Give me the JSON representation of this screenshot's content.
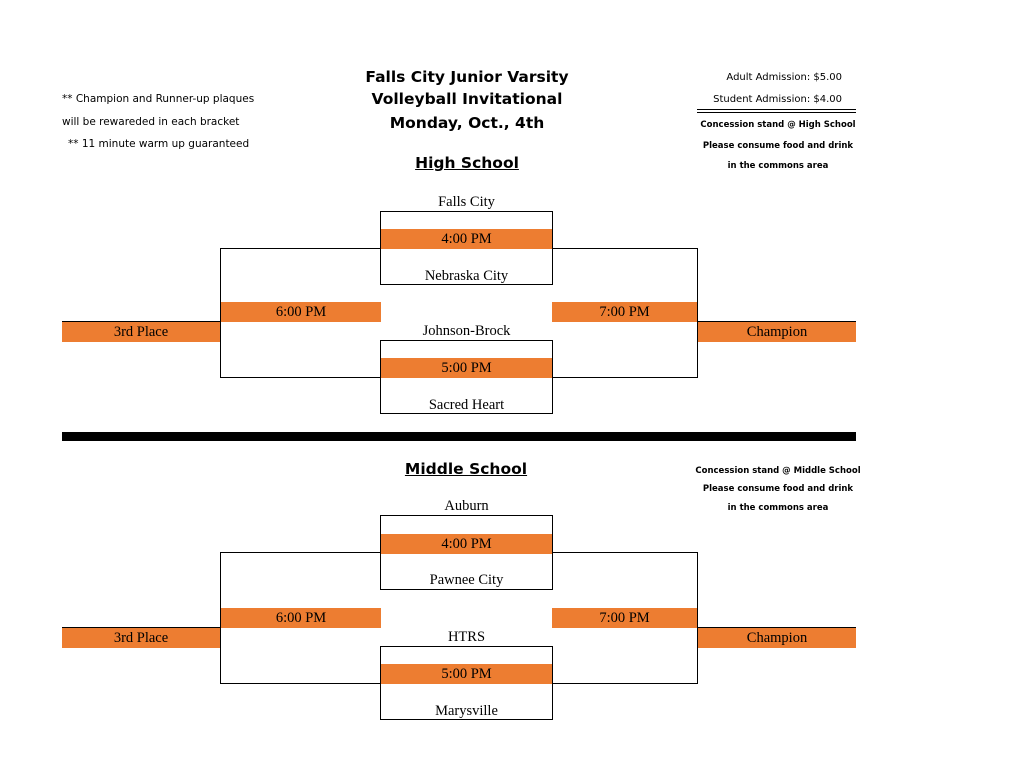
{
  "header": {
    "title_lines": [
      "Falls City Junior Varsity",
      "Volleyball Invitational",
      "Monday, Oct., 4th"
    ],
    "notes": [
      "** Champion and Runner-up plaques",
      "will be rewareded in each bracket",
      "** 11 minute warm up guaranteed"
    ],
    "admission": {
      "adult": "Adult Admission:  $5.00",
      "student": "Student Admission: $4.00"
    }
  },
  "high_school": {
    "title": "High School",
    "concession": [
      "Concession stand @ High School",
      "Please consume food and drink",
      "in the commons area"
    ],
    "teams": [
      "Falls City",
      "Nebraska City",
      "Johnson-Brock",
      "Sacred Heart"
    ],
    "times": {
      "match1": "4:00 PM",
      "match2": "5:00 PM",
      "third_place_match": "6:00 PM",
      "championship_match": "7:00 PM"
    },
    "third_place": "3rd Place",
    "champion": "Champion"
  },
  "middle_school": {
    "title": "Middle School",
    "concession": [
      "Concession stand @ Middle School",
      "Please consume food and drink",
      "in the commons area"
    ],
    "teams": [
      "Auburn",
      "Pawnee City",
      "HTRS",
      "Marysville"
    ],
    "times": {
      "match1": "4:00 PM",
      "match2": "5:00 PM",
      "third_place_match": "6:00 PM",
      "championship_match": "7:00 PM"
    },
    "third_place": "3rd Place",
    "champion": "Champion"
  },
  "colors": {
    "accent": "#ed7d31"
  }
}
